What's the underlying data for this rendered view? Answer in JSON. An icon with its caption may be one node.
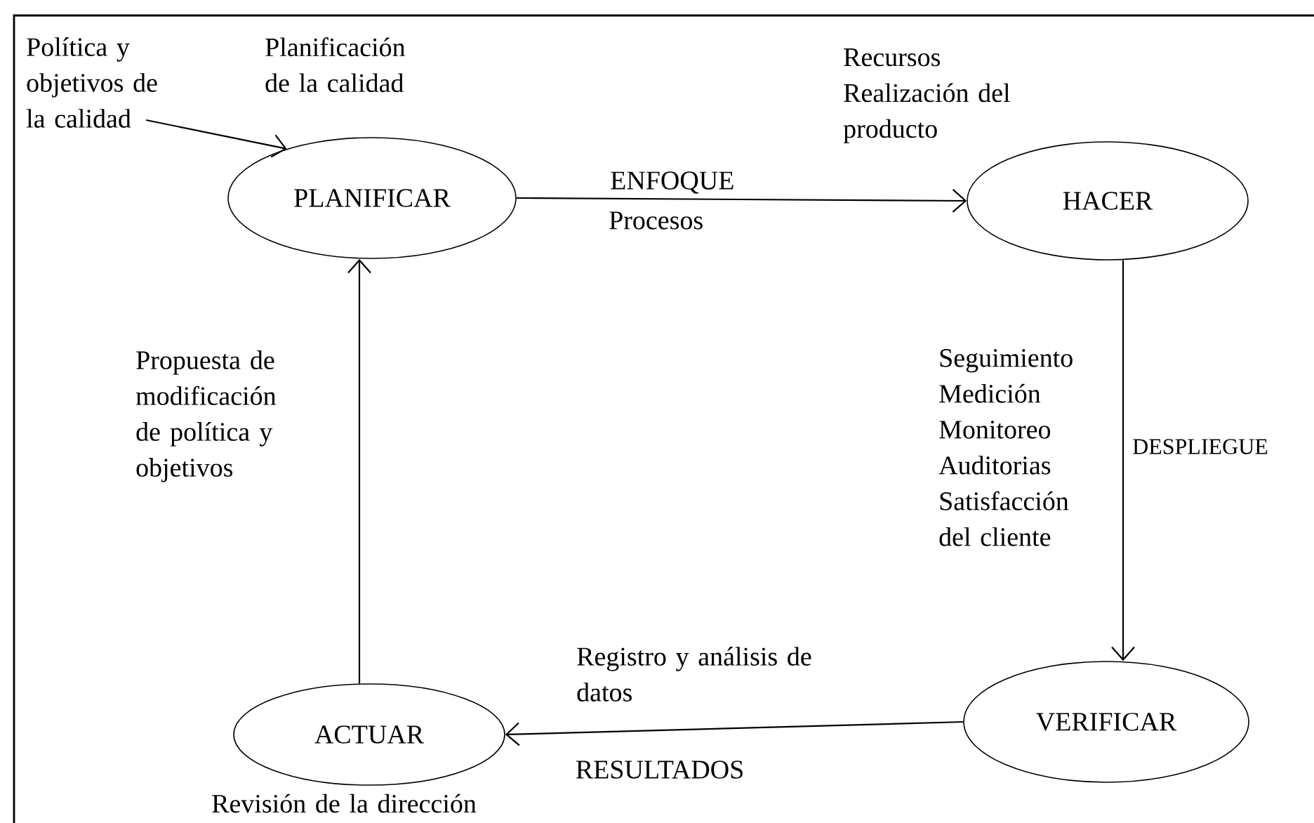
{
  "diagram": {
    "nodes": [
      {
        "text": [
          "Política y objetivos de la calidad"
        ]
      },
      {
        "text": [
          "PLANIFICAR"
        ],
        "beside": [
          "Planificación de la calidad"
        ]
      },
      {
        "text": [
          "HACER"
        ],
        "beside": [
          "Recursos Realización del producto"
        ]
      },
      {
        "text": [
          "VERIFICAR"
        ]
      },
      {
        "text": [
          "ACTUAR"
        ],
        "beside": [
          "Revisión de la dirección"
        ]
      }
    ],
    "edges": [
      {
        "from": 0,
        "to": 1,
        "arrow": "to"
      },
      {
        "from": 1,
        "to": 2,
        "arrow": "to",
        "label": "ENFOQUE"
      },
      {
        "from": 2,
        "to": 3,
        "arrow": "to",
        "label": "DESPLIEGUE"
      },
      {
        "from": 3,
        "to": 4,
        "arrow": "to",
        "label": "RESULTADOS"
      },
      {
        "from": 4,
        "to": 1,
        "arrow": "to",
        "label": "Propuesta de modificación de política y objetivos"
      }
    ],
    "labels": [
      "Procesos",
      "Seguimiento Medición Monitoreo Auditorias Satisfacción del cliente",
      "Registro y análisis de datos"
    ]
  }
}
